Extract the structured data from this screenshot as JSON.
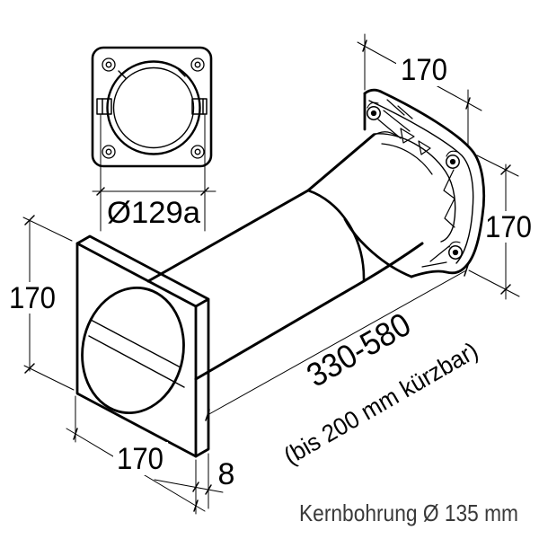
{
  "diagram": {
    "kind": "technical-drawing",
    "subject": "telescopic wall sleeve with square grille plate and rear flange"
  },
  "colors": {
    "line": "#000000",
    "annotation": "#3a3a3a",
    "background": "#ffffff"
  },
  "front_view": {
    "dim_diameter": "Ø129a"
  },
  "iso_view": {
    "dim_flange_width_top": "170",
    "dim_flange_height_right": "170",
    "dim_plate_height_left": "170",
    "dim_plate_width_bottom": "170",
    "dim_plate_thickness": "8",
    "dim_tube_length": "330-580",
    "dim_tube_length_note": "(bis 200 mm kürzbar)"
  },
  "footer": {
    "note": "Kernbohrung Ø 135 mm"
  }
}
